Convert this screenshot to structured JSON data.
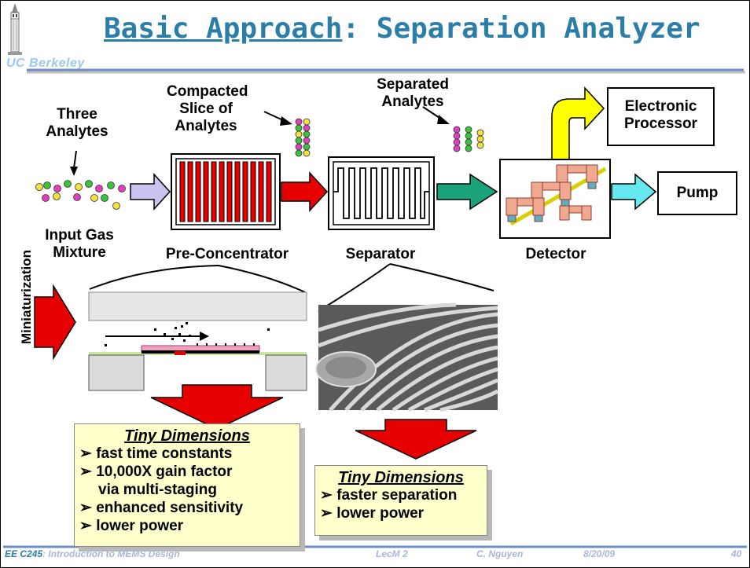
{
  "header": {
    "logo": "UC Berkeley",
    "title_part1": "Basic Approach",
    "title_part2": ": Separation Analyzer"
  },
  "diagram": {
    "three_analytes": [
      "Three",
      "Analytes"
    ],
    "compacted_slice": [
      "Compacted",
      "Slice of",
      "Analytes"
    ],
    "separated_analytes": [
      "Separated",
      "Analytes"
    ],
    "electronic_processor": [
      "Electronic",
      "Processor"
    ],
    "pump": "Pump",
    "input_gas": [
      "Input Gas",
      "Mixture"
    ],
    "pre_concentrator": "Pre-Concentrator",
    "separator": "Separator",
    "detector": "Detector",
    "miniaturization": "Miniaturization"
  },
  "box_left": {
    "heading": "Tiny Dimensions",
    "items": [
      "fast time constants",
      "10,000X gain factor",
      "via multi-staging",
      "enhanced sensitivity",
      "lower power"
    ]
  },
  "box_right": {
    "heading": "Tiny Dimensions",
    "items": [
      "faster separation",
      "lower power"
    ]
  },
  "footer": {
    "course": "EE C245",
    "course_title": ": Introduction to MEMS Design",
    "lecture": "LecM 2",
    "author": "C. Nguyen",
    "date": "8/20/09",
    "page": "40"
  },
  "colors": {
    "title": "#2a7ea8",
    "red": "#e60000",
    "lavender": "#c9c3f0",
    "teal": "#1aa37a",
    "cyan": "#66e8f0",
    "yellow": "#ffff00",
    "box_fill": "#ffffcc"
  }
}
